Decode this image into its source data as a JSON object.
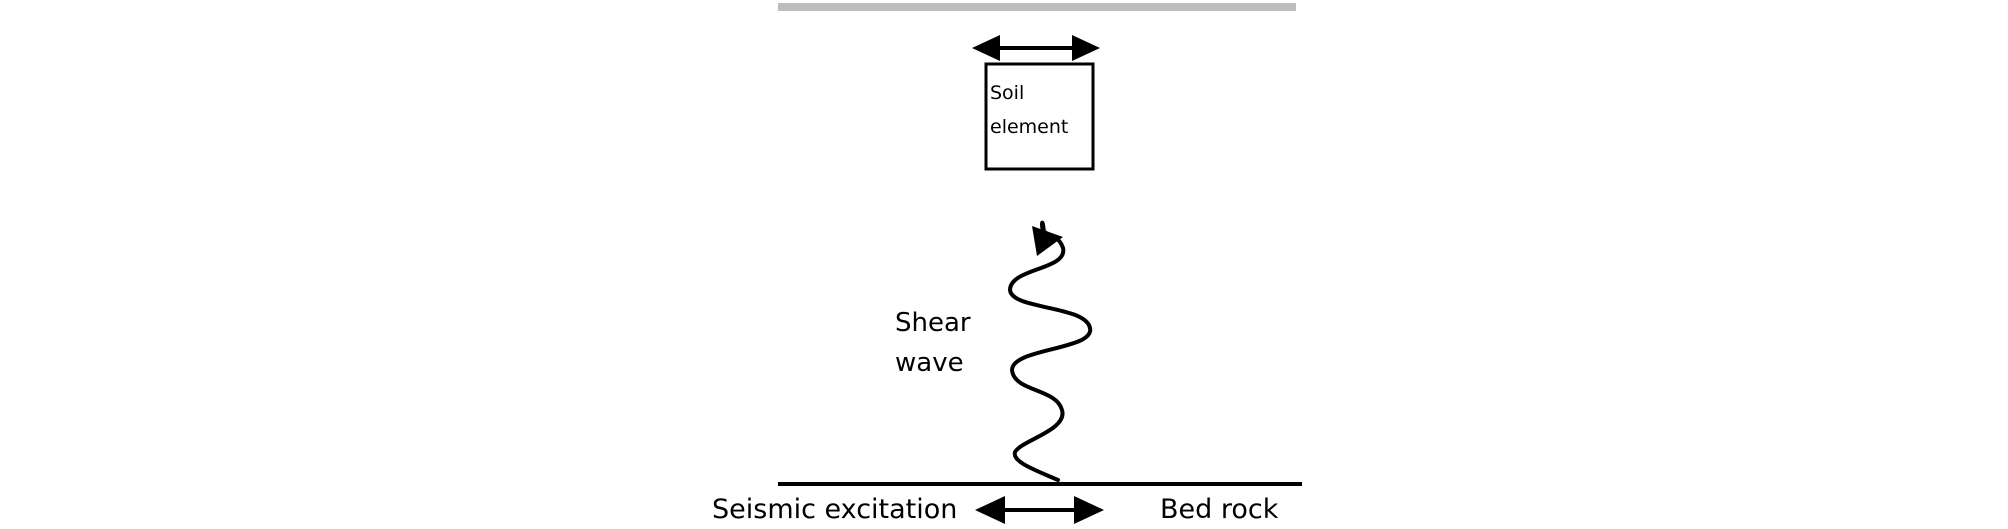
{
  "labels": {
    "soil_line1": "Soil",
    "soil_line2": "element",
    "shear_line1": "Shear",
    "shear_line2": "wave",
    "seismic": "Seismic excitation",
    "bedrock": "Bed rock"
  },
  "colors": {
    "ink": "#000000",
    "surface_line": "#bdbdbd",
    "background": "#ffffff"
  }
}
